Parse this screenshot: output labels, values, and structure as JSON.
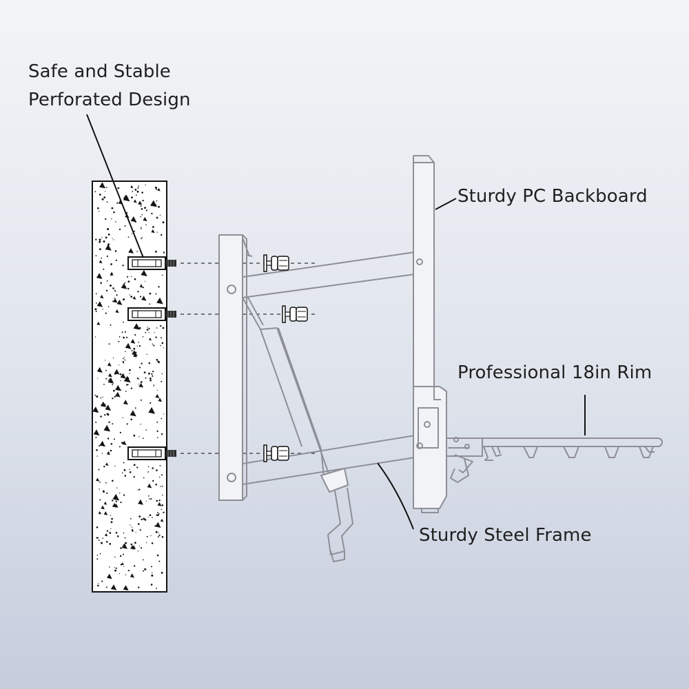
{
  "labels": {
    "perforated_design": [
      "Safe and Stable",
      "Perforated Design"
    ],
    "backboard": "Sturdy PC Backboard",
    "rim": "Professional 18in Rim",
    "frame": "Sturdy Steel Frame"
  },
  "colors": {
    "background_top": "#f3f4f7",
    "background_bottom": "#c5ccdc",
    "text": "#1f1f1f",
    "frame_line": "#8e8e96",
    "wall_outline": "#111111",
    "hardware": "#2a2a2a"
  },
  "icons": {
    "wall_anchor": "expansion-anchor-bolt",
    "washer_nut": "washer-and-hex-nut"
  }
}
